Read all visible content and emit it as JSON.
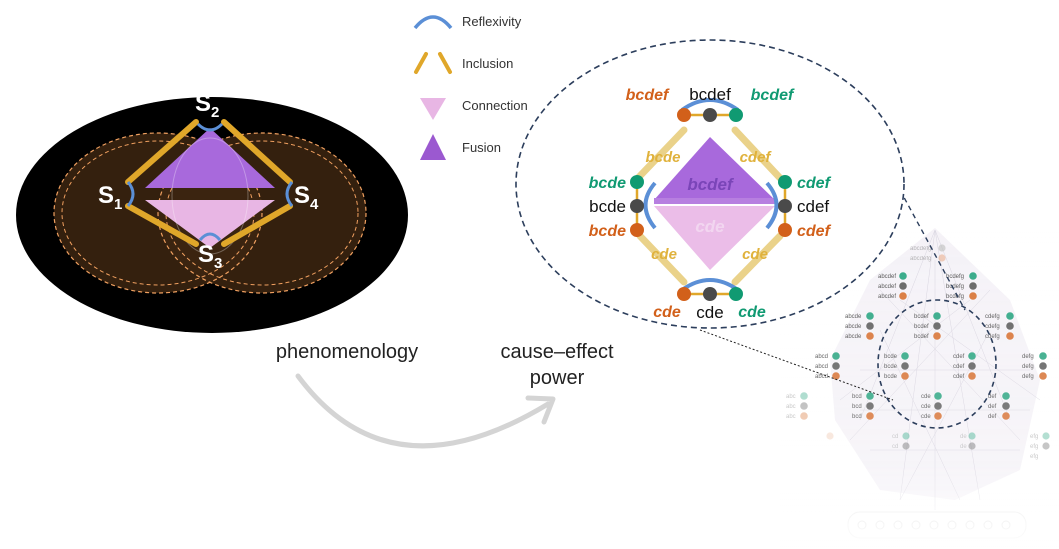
{
  "legend": {
    "reflexivity": "Reflexivity",
    "inclusion": "Inclusion",
    "connection": "Connection",
    "fusion": "Fusion"
  },
  "left_labels": {
    "s1": "S",
    "s1_sub": "1",
    "s2": "S",
    "s2_sub": "2",
    "s3": "S",
    "s3_sub": "3",
    "s4": "S",
    "s4_sub": "4"
  },
  "captions": {
    "phenomenology": "phenomenology",
    "cause_effect_1": "cause–effect",
    "cause_effect_2": "power"
  },
  "zoom": {
    "top_left": "bcdef",
    "top_mid": "bcdef",
    "top_right": "bcdef",
    "left_top": "bcde",
    "left_mid": "bcde",
    "left_bot": "bcde",
    "right_top": "cdef",
    "right_mid": "cdef",
    "right_bot": "cdef",
    "bot_left": "cde",
    "bot_mid": "cde",
    "bot_right": "cde",
    "edge_tl": "bcde",
    "edge_tr": "cdef",
    "edge_bl": "cde",
    "edge_br": "cde",
    "fusion_label": "bcdef",
    "connection_label": "cde"
  },
  "lattice": {
    "row1": [
      "abcdefg",
      "abcdefg"
    ],
    "row2a": [
      "abcdef",
      "abcdef",
      "abcdef"
    ],
    "row2b": [
      "bcdefg",
      "bcdefg",
      "bcdefg"
    ],
    "row3a": [
      "abcde",
      "abcde",
      "abcde"
    ],
    "row3b": [
      "bcdef",
      "bcdef",
      "bcdef"
    ],
    "row3c": [
      "cdefg",
      "cdefg",
      "cdefg"
    ],
    "row4a": [
      "abcd",
      "abcd",
      "abcd"
    ],
    "row4b": [
      "bcde",
      "bcde",
      "bcde"
    ],
    "row4c": [
      "cdef",
      "cdef",
      "cdef"
    ],
    "row4d": [
      "defg",
      "defg",
      "defg"
    ],
    "row5a": [
      "abc",
      "abc",
      "abc"
    ],
    "row5b": [
      "bcd",
      "bcd",
      "bcd"
    ],
    "row5c": [
      "cde",
      "cde",
      "cde"
    ],
    "row5d": [
      "def",
      "def",
      "def"
    ],
    "row5e": [
      "efg",
      "efg",
      "efg"
    ],
    "row6": [
      "cd",
      "cd",
      "de",
      "de"
    ]
  },
  "colors": {
    "reflexivity": "#5b8fd6",
    "inclusion": "#e0a72a",
    "connection": "#e6a8e0",
    "fusion": "#9b59d0",
    "orange": "#d2601a",
    "green": "#109a72",
    "dark": "#4a4a4a"
  }
}
